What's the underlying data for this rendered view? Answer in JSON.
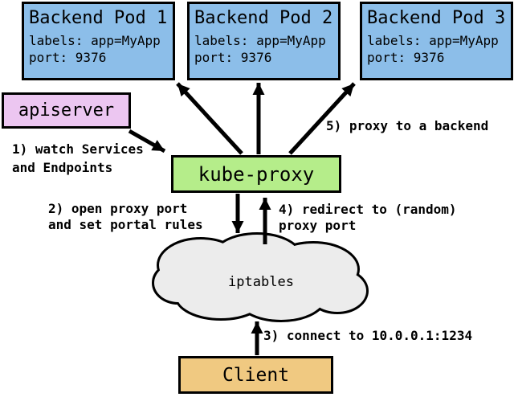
{
  "diagram": {
    "title_hint": "kube-proxy userspace proxy-mode overview",
    "pods": [
      {
        "title": "Backend Pod 1",
        "labels": "labels: app=MyApp",
        "port": "port: 9376"
      },
      {
        "title": "Backend Pod 2",
        "labels": "labels: app=MyApp",
        "port": "port: 9376"
      },
      {
        "title": "Backend Pod 3",
        "labels": "labels: app=MyApp",
        "port": "port: 9376"
      }
    ],
    "apiserver_label": "apiserver",
    "kube_proxy_label": "kube-proxy",
    "iptables_label": "iptables",
    "client_label": "Client",
    "annotations": {
      "step1": "1) watch Services\nand Endpoints",
      "step2": "2) open proxy port\nand set portal rules",
      "step3": "3) connect to 10.0.0.1:1234",
      "step4": "4) redirect to (random)\nproxy port",
      "step5": "5) proxy to a backend"
    },
    "colors": {
      "pod_fill": "#8CBEE9",
      "apiserver_fill": "#ECC6F1",
      "kube_proxy_fill": "#B5ED8A",
      "client_fill": "#F0C981",
      "cloud_fill": "#ECECEC",
      "outline": "#000000"
    }
  }
}
